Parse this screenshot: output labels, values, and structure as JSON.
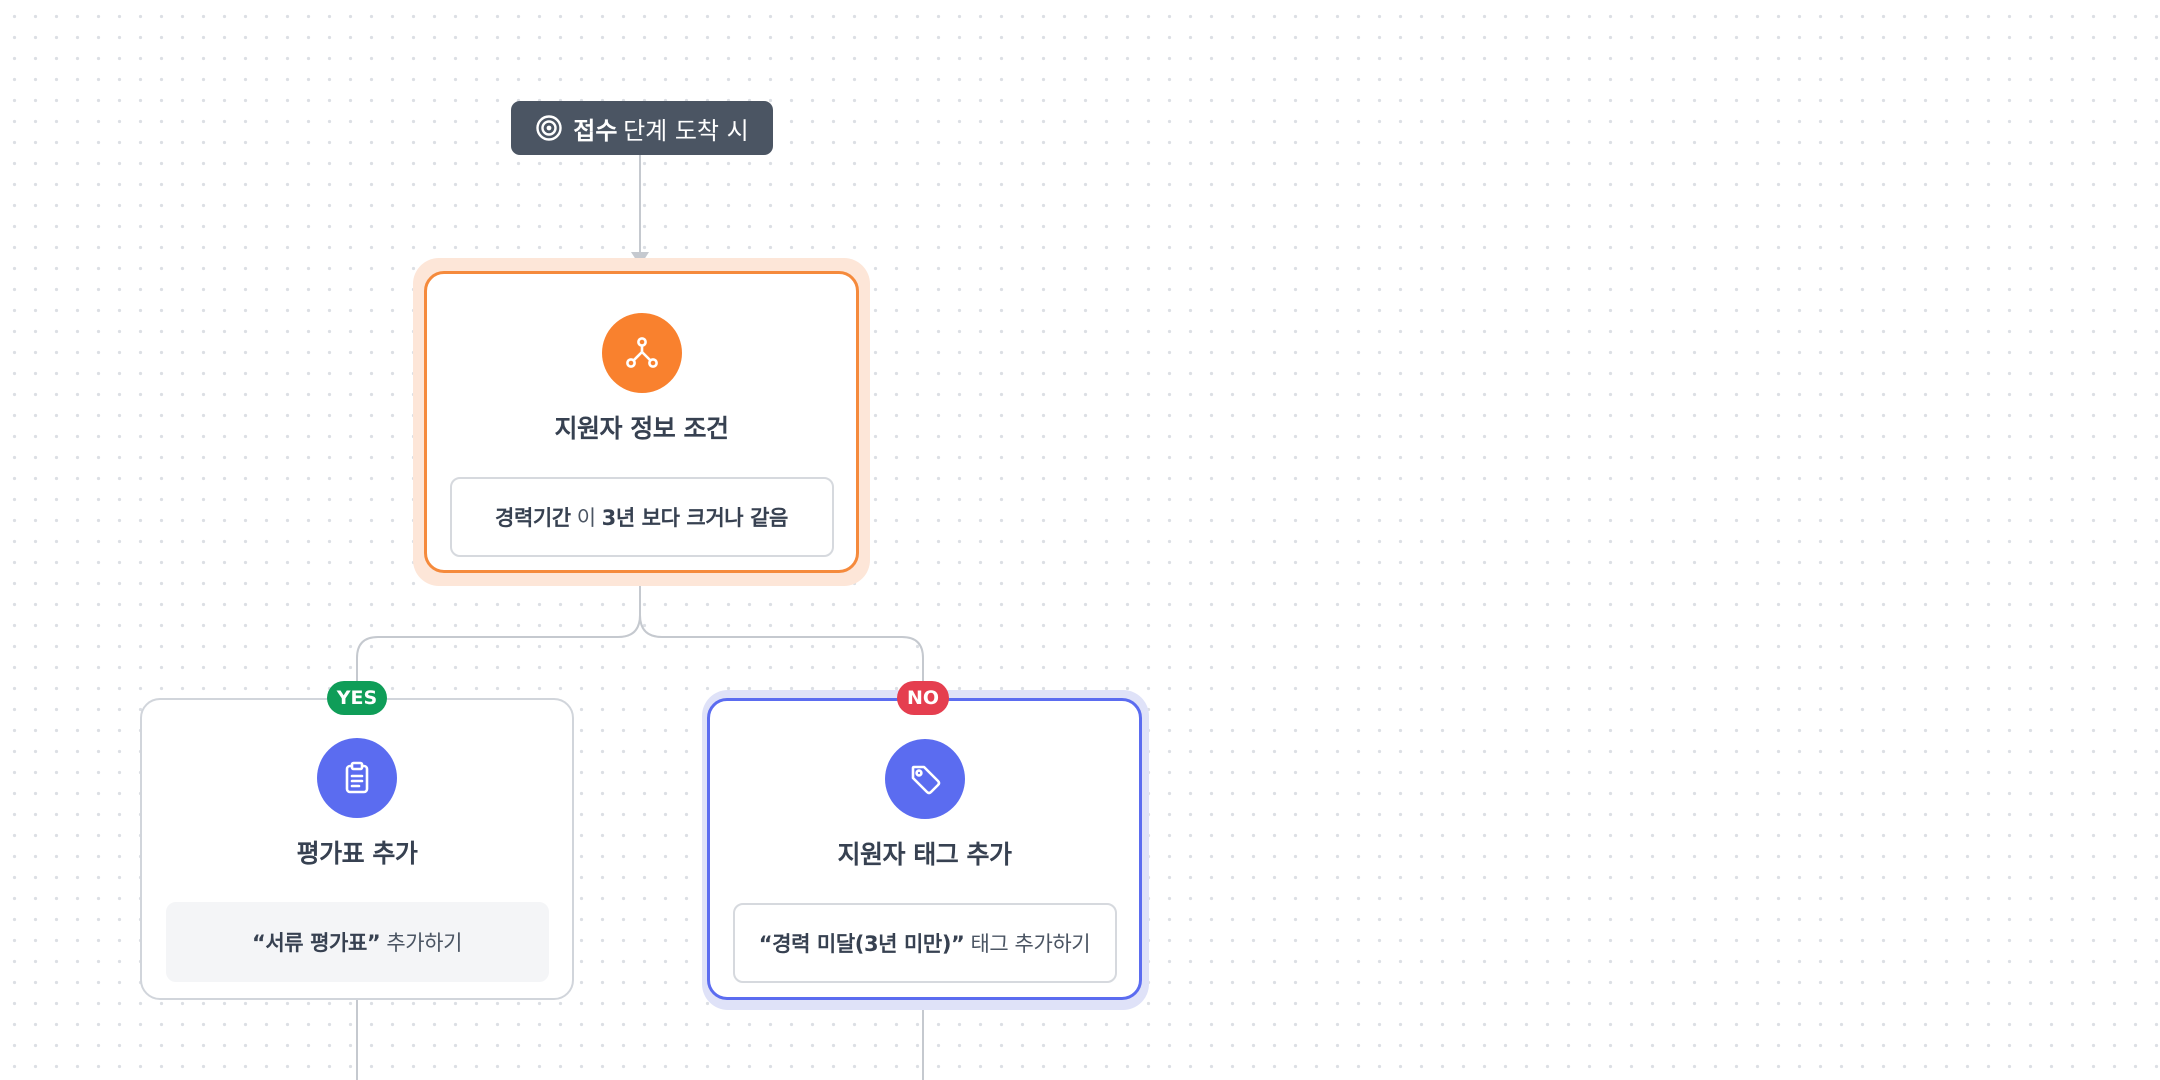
{
  "trigger": {
    "icon": "target-icon",
    "stage": "접수",
    "text": "단계 도착 시"
  },
  "condition_node": {
    "icon": "branch-icon",
    "icon_color": "#f9812e",
    "title": "지원자 정보 조건",
    "rule": {
      "field": "경력기간",
      "particle": "이",
      "value": "3년 보다 크거나 같음"
    }
  },
  "branches": {
    "yes": {
      "badge": "YES",
      "badge_color": "#0f9d58",
      "icon": "clipboard-icon",
      "title": "평가표 추가",
      "action": {
        "quoted": "“서류 평가표”",
        "suffix": "추가하기"
      }
    },
    "no": {
      "badge": "NO",
      "badge_color": "#e53e4f",
      "icon": "tag-icon",
      "title": "지원자 태그 추가",
      "action": {
        "quoted": "“경력 미달(3년 미만)”",
        "suffix": "태그 추가하기"
      }
    }
  },
  "colors": {
    "accent_orange": "#f58a3c",
    "accent_blue": "#5b6cf0",
    "trigger_bg": "#4b5563"
  }
}
